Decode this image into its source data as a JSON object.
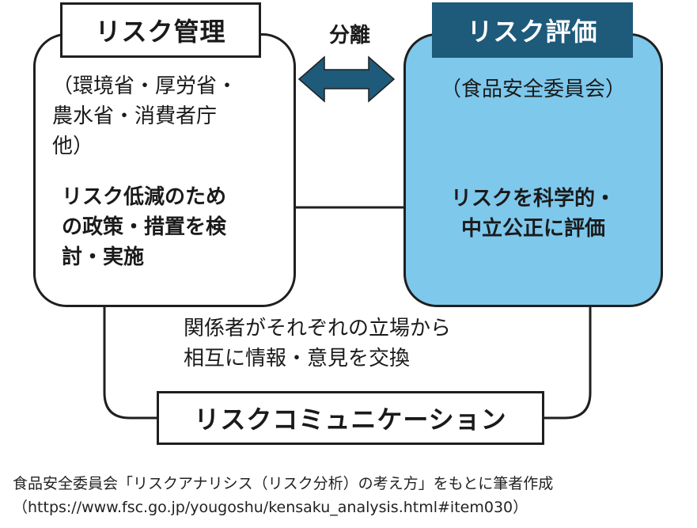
{
  "management": {
    "title": "リスク管理",
    "orgs": [
      "（環境省・厚労省・",
      "農水省・消費者庁",
      "他）"
    ],
    "action": [
      "リスク低減のため",
      "の政策・措置を検",
      "討・実施"
    ]
  },
  "evaluation": {
    "title": "リスク評価",
    "org": "（食品安全委員会）",
    "action": [
      "リスクを科学的・",
      "中立公正に評価"
    ]
  },
  "separation_label": "分離",
  "exchange_text": [
    "関係者がそれぞれの立場から",
    "相互に情報・意見を交換"
  ],
  "communication": {
    "title": "リスクコミュニケーション"
  },
  "source": [
    "食品安全委員会「リスクアナリシス（リスク分析）の考え方」をもとに筆者作成",
    "（https://www.fsc.go.jp/yougoshu/kensaku_analysis.html#item030）"
  ],
  "colors": {
    "evaluation_fill": "#7ec8ec",
    "evaluation_title_fill": "#1e5a7a",
    "arrow_fill": "#1e5a7a"
  }
}
